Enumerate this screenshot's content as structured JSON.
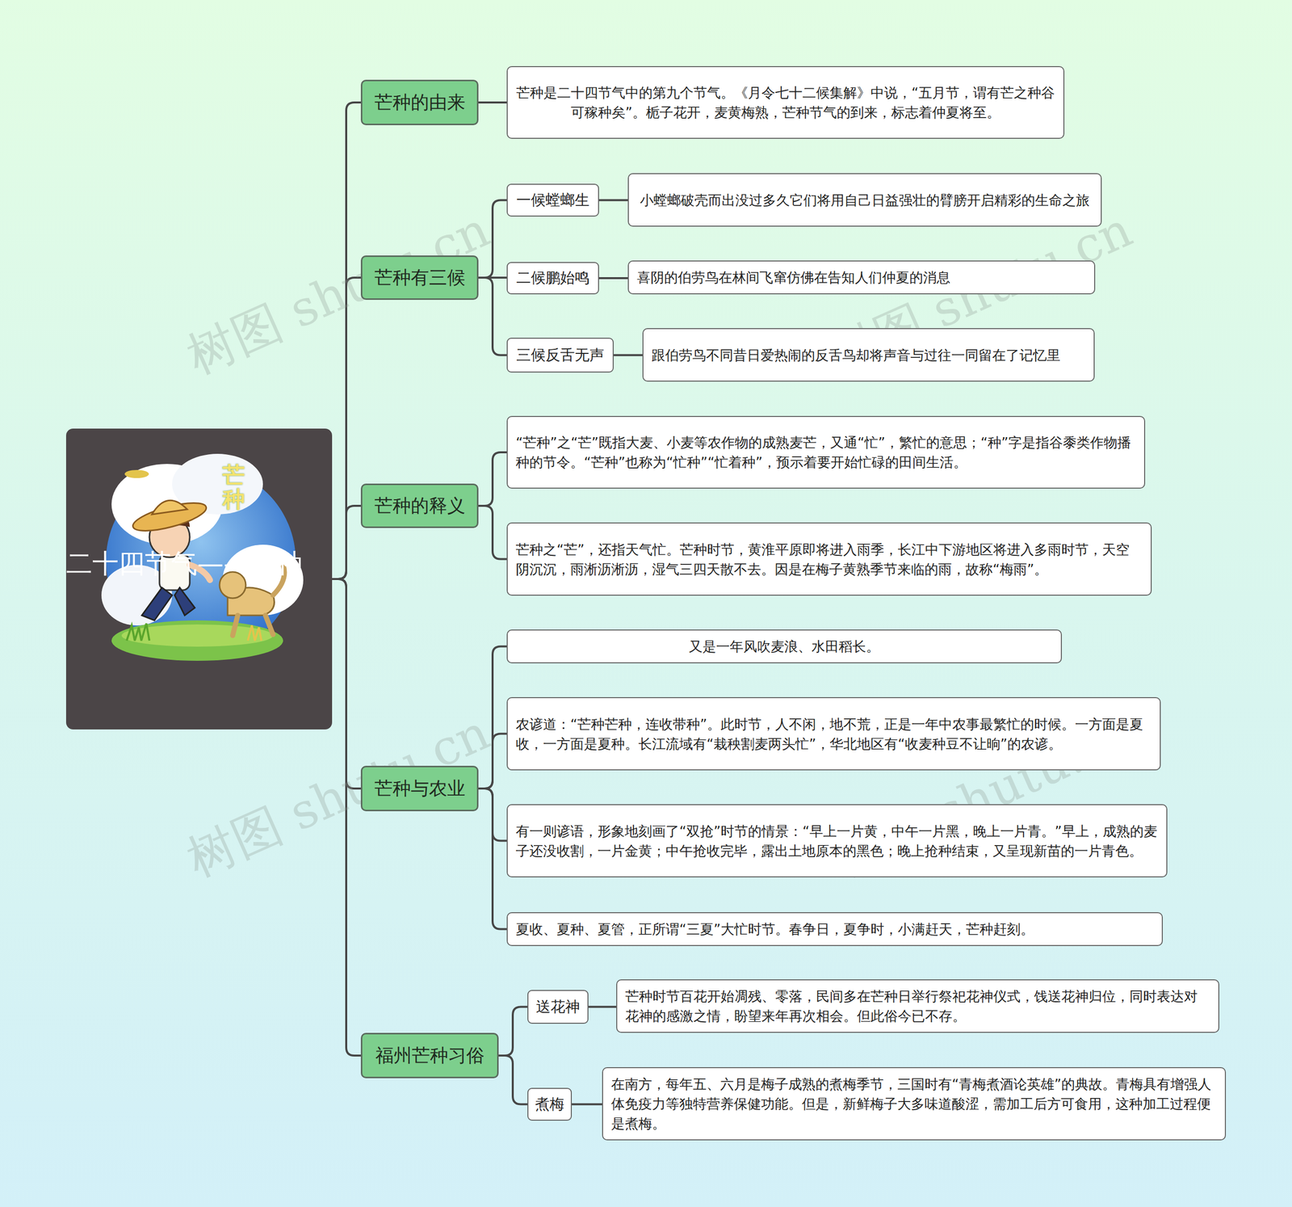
{
  "diagram": {
    "title": "二十四节气——芒种",
    "nodes": [
      {
        "text": [
          "二十四节气——芒种"
        ]
      },
      {
        "text": [
          "芒种的由来"
        ]
      },
      {
        "text": [
          "芒种是二十四节气中的第九个节气。《月令七十二候集解》中说，“五月节，谓有芒之种谷可稼种矣”。栀子花开，麦黄梅熟，芒种节气的到来，标志着仲夏将至。"
        ]
      },
      {
        "text": [
          "芒种有三候"
        ]
      },
      {
        "text": [
          "一候螳螂生"
        ]
      },
      {
        "text": [
          "小螳螂破壳而出没过多久它们将用自己日益强壮的臂膀开启精彩的生命之旅"
        ]
      },
      {
        "text": [
          "二候鹏始鸣"
        ]
      },
      {
        "text": [
          "喜阴的伯劳鸟在林间飞窜仿佛在告知人们仲夏的消息"
        ]
      },
      {
        "text": [
          "三候反舌无声"
        ]
      },
      {
        "text": [
          "跟伯劳鸟不同昔日爱热闹的反舌鸟却将声音与过往一同留在了记忆里"
        ]
      },
      {
        "text": [
          "芒种的释义"
        ]
      },
      {
        "text": [
          "“芒种”之“芒”既指大麦、小麦等农作物的成熟麦芒，又通“忙”，繁忙的意思；“种”字是指谷黍类作物播种的节令。“芒种”也称为“忙种”“忙着种”，预示着要开始忙碌的田间生活。"
        ]
      },
      {
        "text": [
          "芒种之“芒”，还指天气忙。芒种时节，黄淮平原即将进入雨季，长江中下游地区将进入多雨时节，天空阴沉沉，雨淅沥淅沥，湿气三四天散不去。因是在梅子黄熟季节来临的雨，故称“梅雨”。"
        ]
      },
      {
        "text": [
          "芒种与农业"
        ]
      },
      {
        "text": [
          "又是一年风吹麦浪、水田稻长。"
        ]
      },
      {
        "text": [
          "农谚道：“芒种芒种，连收带种”。此时节，人不闲，地不荒，正是一年中农事最繁忙的时候。一方面是夏收，一方面是夏种。长江流域有“栽秧割麦两头忙”，华北地区有“收麦种豆不让晌”的农谚。"
        ]
      },
      {
        "text": [
          "有一则谚语，形象地刻画了“双抢”时节的情景：“早上一片黄，中午一片黑，晚上一片青。”早上，成熟的麦子还没收割，一片金黄；中午抢收完毕，露出土地原本的黑色；晚上抢种结束，又呈现新苗的一片青色。"
        ]
      },
      {
        "text": [
          "夏收、夏种、夏管，正所谓“三夏”大忙时节。春争日，夏争时，小满赶天，芒种赶刻。"
        ]
      },
      {
        "text": [
          "福州芒种习俗"
        ]
      },
      {
        "text": [
          "送花神"
        ]
      },
      {
        "text": [
          "芒种时节百花开始凋残、零落，民间多在芒种日举行祭祀花神仪式，饯送花神归位，同时表达对花神的感激之情，盼望来年再次相会。但此俗今已不存。"
        ]
      },
      {
        "text": [
          "煮梅"
        ]
      },
      {
        "text": [
          "在南方，每年五、六月是梅子成熟的煮梅季节，三国时有“青梅煮酒论英雄”的典故。青梅具有增强人体免疫力等独特营养保健功能。但是，新鲜梅子大多味道酸涩，需加工后方可食用，这种加工过程便是煮梅。"
        ]
      }
    ],
    "edges": [
      {
        "from": 0,
        "to": 1,
        "arrow": "none"
      },
      {
        "from": 1,
        "to": 2,
        "arrow": "none"
      },
      {
        "from": 0,
        "to": 3,
        "arrow": "none"
      },
      {
        "from": 3,
        "to": 4,
        "arrow": "none"
      },
      {
        "from": 4,
        "to": 5,
        "arrow": "none"
      },
      {
        "from": 3,
        "to": 6,
        "arrow": "none"
      },
      {
        "from": 6,
        "to": 7,
        "arrow": "none"
      },
      {
        "from": 3,
        "to": 8,
        "arrow": "none"
      },
      {
        "from": 8,
        "to": 9,
        "arrow": "none"
      },
      {
        "from": 0,
        "to": 10,
        "arrow": "none"
      },
      {
        "from": 10,
        "to": 11,
        "arrow": "none"
      },
      {
        "from": 10,
        "to": 12,
        "arrow": "none"
      },
      {
        "from": 0,
        "to": 13,
        "arrow": "none"
      },
      {
        "from": 13,
        "to": 14,
        "arrow": "none"
      },
      {
        "from": 13,
        "to": 15,
        "arrow": "none"
      },
      {
        "from": 13,
        "to": 16,
        "arrow": "none"
      },
      {
        "from": 13,
        "to": 17,
        "arrow": "none"
      },
      {
        "from": 0,
        "to": 18,
        "arrow": "none"
      },
      {
        "from": 18,
        "to": 19,
        "arrow": "none"
      },
      {
        "from": 19,
        "to": 20,
        "arrow": "none"
      },
      {
        "from": 18,
        "to": 21,
        "arrow": "none"
      },
      {
        "from": 21,
        "to": 22,
        "arrow": "none"
      }
    ],
    "labels": [
      "芒种",
      "树图 shutu.cn",
      "树图 shutu.cn",
      "树图 shutu.cn",
      "树图 shutu.cn"
    ]
  }
}
